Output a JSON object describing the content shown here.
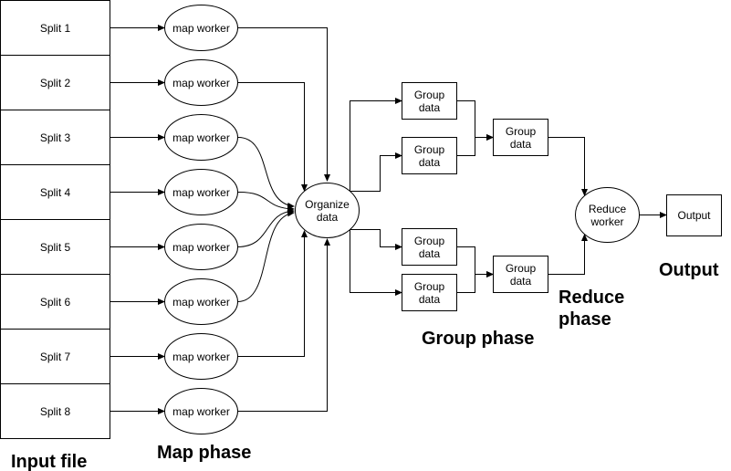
{
  "input_splits": [
    "Split 1",
    "Split 2",
    "Split 3",
    "Split 4",
    "Split 5",
    "Split 6",
    "Split 7",
    "Split 8"
  ],
  "map_worker_label": "map worker",
  "organize": [
    "Organize",
    "data"
  ],
  "group_data": [
    "Group",
    "data"
  ],
  "reduce_worker": [
    "Reduce",
    "worker"
  ],
  "output_label": "Output",
  "phases": {
    "input_file": "Input file",
    "map_phase": "Map phase",
    "group_phase": "Group phase",
    "reduce_phase": [
      "Reduce",
      "phase"
    ],
    "output": "Output"
  }
}
